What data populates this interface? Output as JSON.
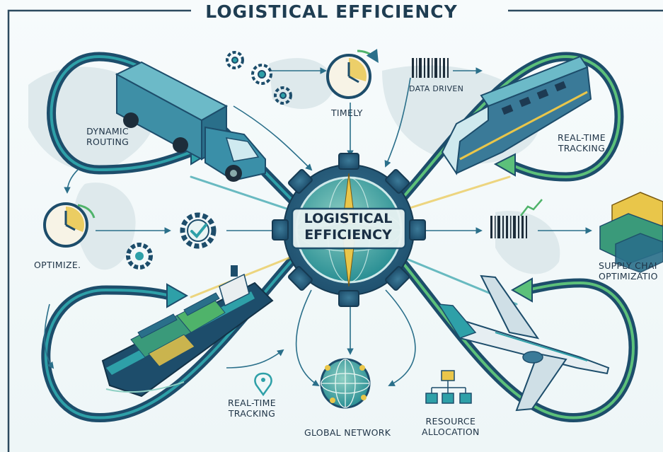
{
  "title": "LOGISTICAL EFFICIENCY",
  "center": {
    "line1": "LOGISTICAL",
    "line2": "EFFICIENCY"
  },
  "labels": {
    "dynamic_routing": [
      "DYNAMIC",
      "ROUTING"
    ],
    "timely": "TIMELY",
    "data_driven": "DATA DRIVEN",
    "realtime_tracking_top": [
      "REAL-TIME",
      "TRACKING"
    ],
    "optimize": "OPTIMIZE.",
    "supply_chain": [
      "SUPPLY CHAI",
      "OPTIMIZATIO"
    ],
    "realtime_tracking_bottom": [
      "REAL-TIME",
      "TRACKING"
    ],
    "global_network": "GLOBAL NETWORK",
    "resource_allocation": [
      "RESOURCE",
      "ALLOCATION"
    ]
  },
  "icons": [
    "truck-icon",
    "gears-icon",
    "clock-icon",
    "barcode-icon",
    "train-icon",
    "gear-check-icon",
    "container-stack-icon",
    "ship-icon",
    "airplane-icon",
    "globe-icon",
    "hierarchy-icon",
    "location-pin-icon",
    "compass-gear-icon"
  ],
  "colors": {
    "navy": "#1d4d6b",
    "teal": "#1f8f9a",
    "green": "#4fb36a",
    "yellow": "#e9c64a",
    "background": "#f4f9fa"
  }
}
